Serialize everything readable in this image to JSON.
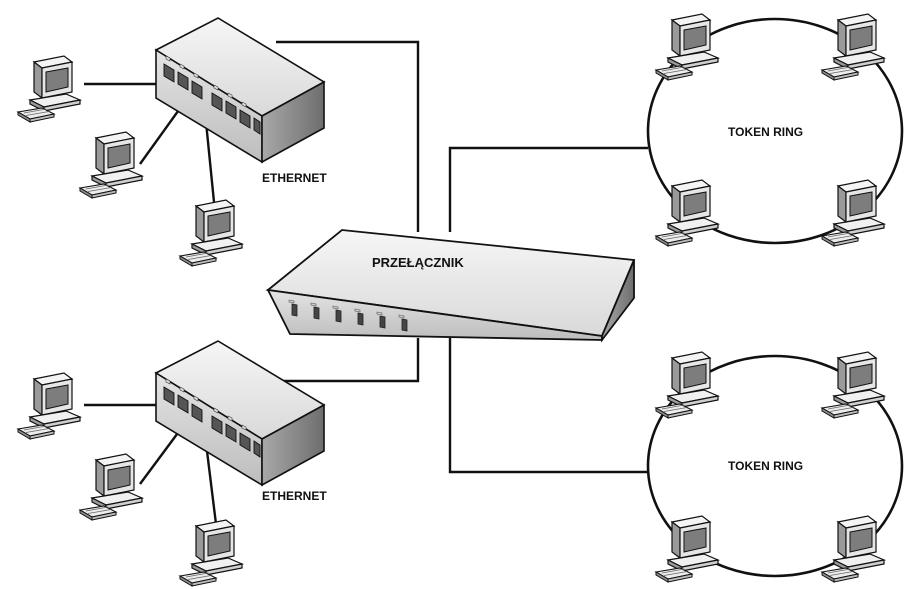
{
  "labels": {
    "switch": "PRZEŁĄCZNIK",
    "hub_top": "ETHERNET",
    "hub_bottom": "ETHERNET",
    "ring_top": "TOKEN RING",
    "ring_bottom": "TOKEN RING"
  },
  "colors": {
    "line": "#111111",
    "device_top": "#f2f2f2",
    "device_front": "#d8d8d8",
    "device_side": "#8c8c8c"
  }
}
